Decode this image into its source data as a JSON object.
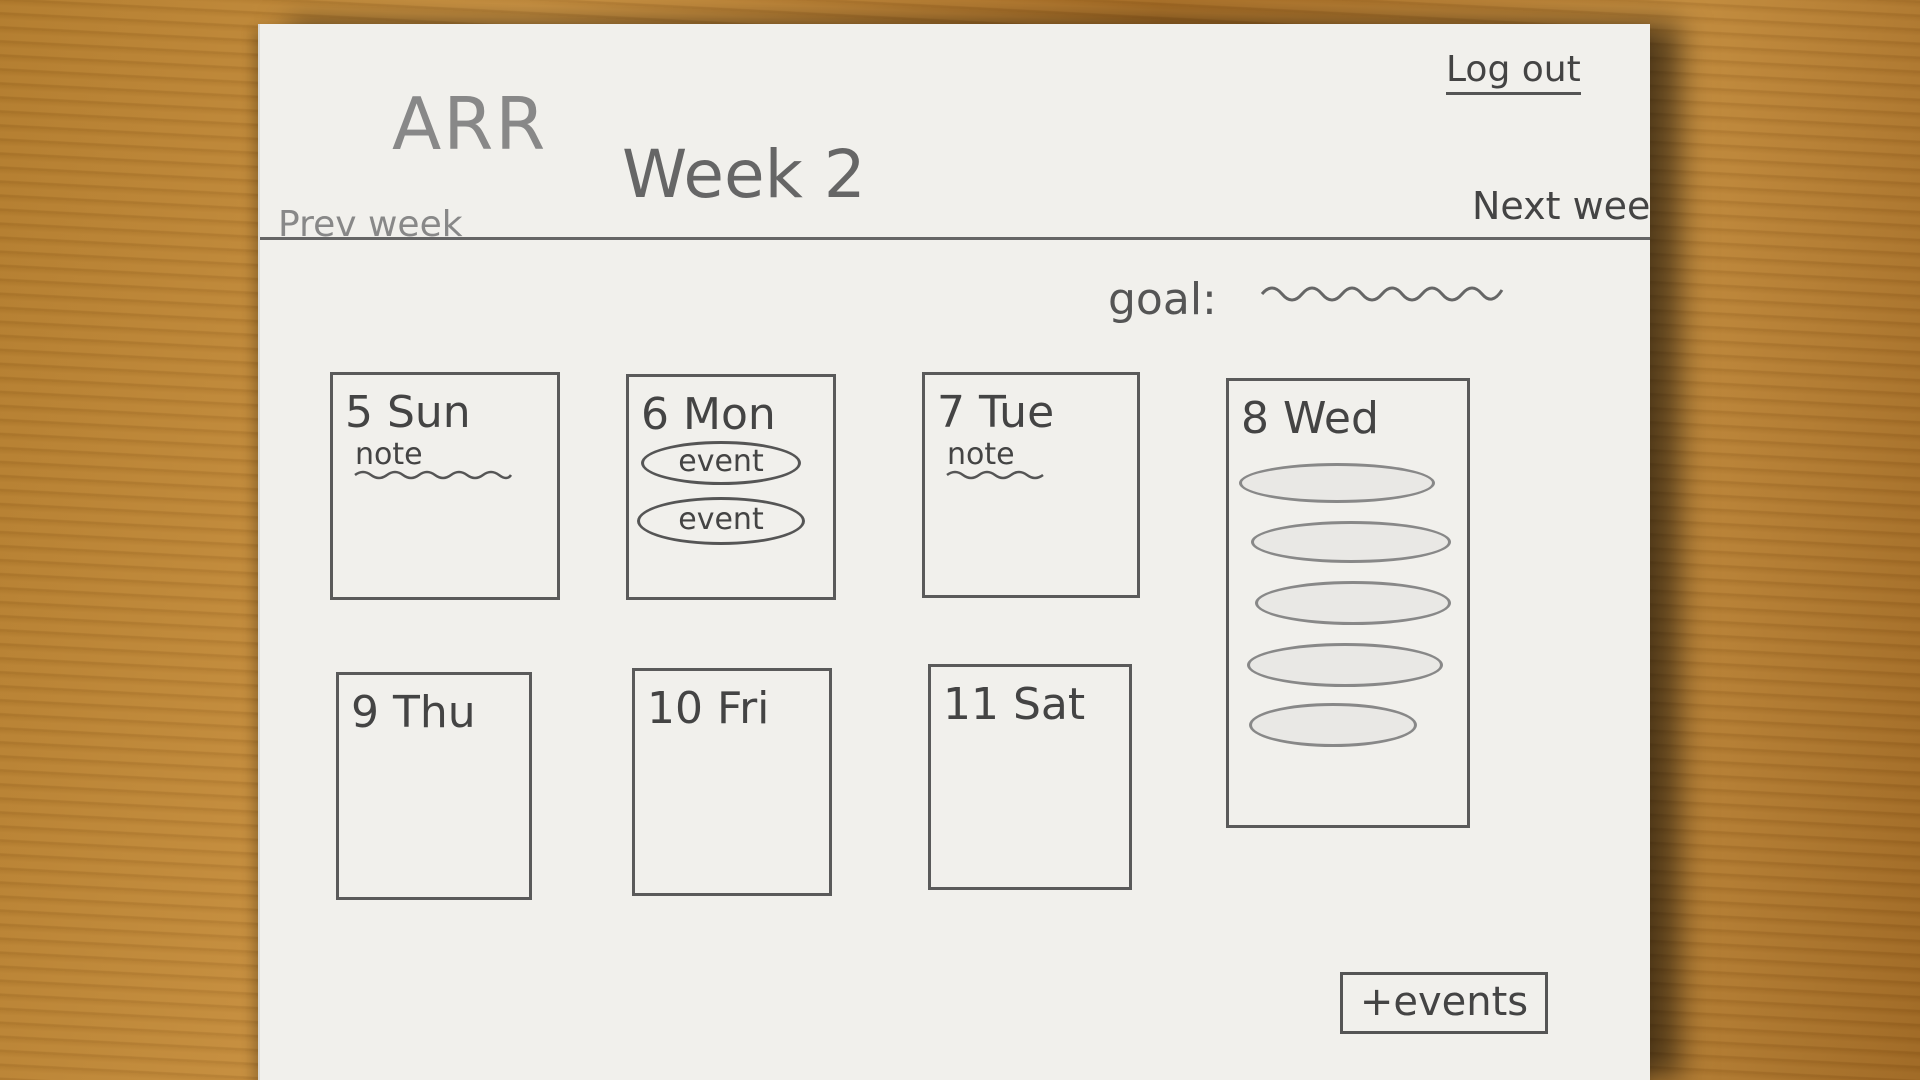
{
  "header": {
    "logo_text": "ARR",
    "title": "Week 2",
    "logout_label": "Log out",
    "prev_label": "Prev week",
    "next_label": "Next week",
    "goal_label": "goal:"
  },
  "days": [
    {
      "number": "5",
      "name": "Sun",
      "label": "5 Sun",
      "note": "note"
    },
    {
      "number": "6",
      "name": "Mon",
      "label": "6 Mon",
      "events": [
        "event",
        "event"
      ]
    },
    {
      "number": "7",
      "name": "Tue",
      "label": "7 Tue",
      "note": "note"
    },
    {
      "number": "8",
      "name": "Wed",
      "label": "8 Wed"
    },
    {
      "number": "9",
      "name": "Thu",
      "label": "9 Thu"
    },
    {
      "number": "10",
      "name": "Fri",
      "label": "10 Fri"
    },
    {
      "number": "11",
      "name": "Sat",
      "label": "11 Sat"
    }
  ],
  "add_events_label": "+events",
  "colors": {
    "paper": "#f1f0ec",
    "pencil": "#555555",
    "desk": "#b07a2c"
  }
}
